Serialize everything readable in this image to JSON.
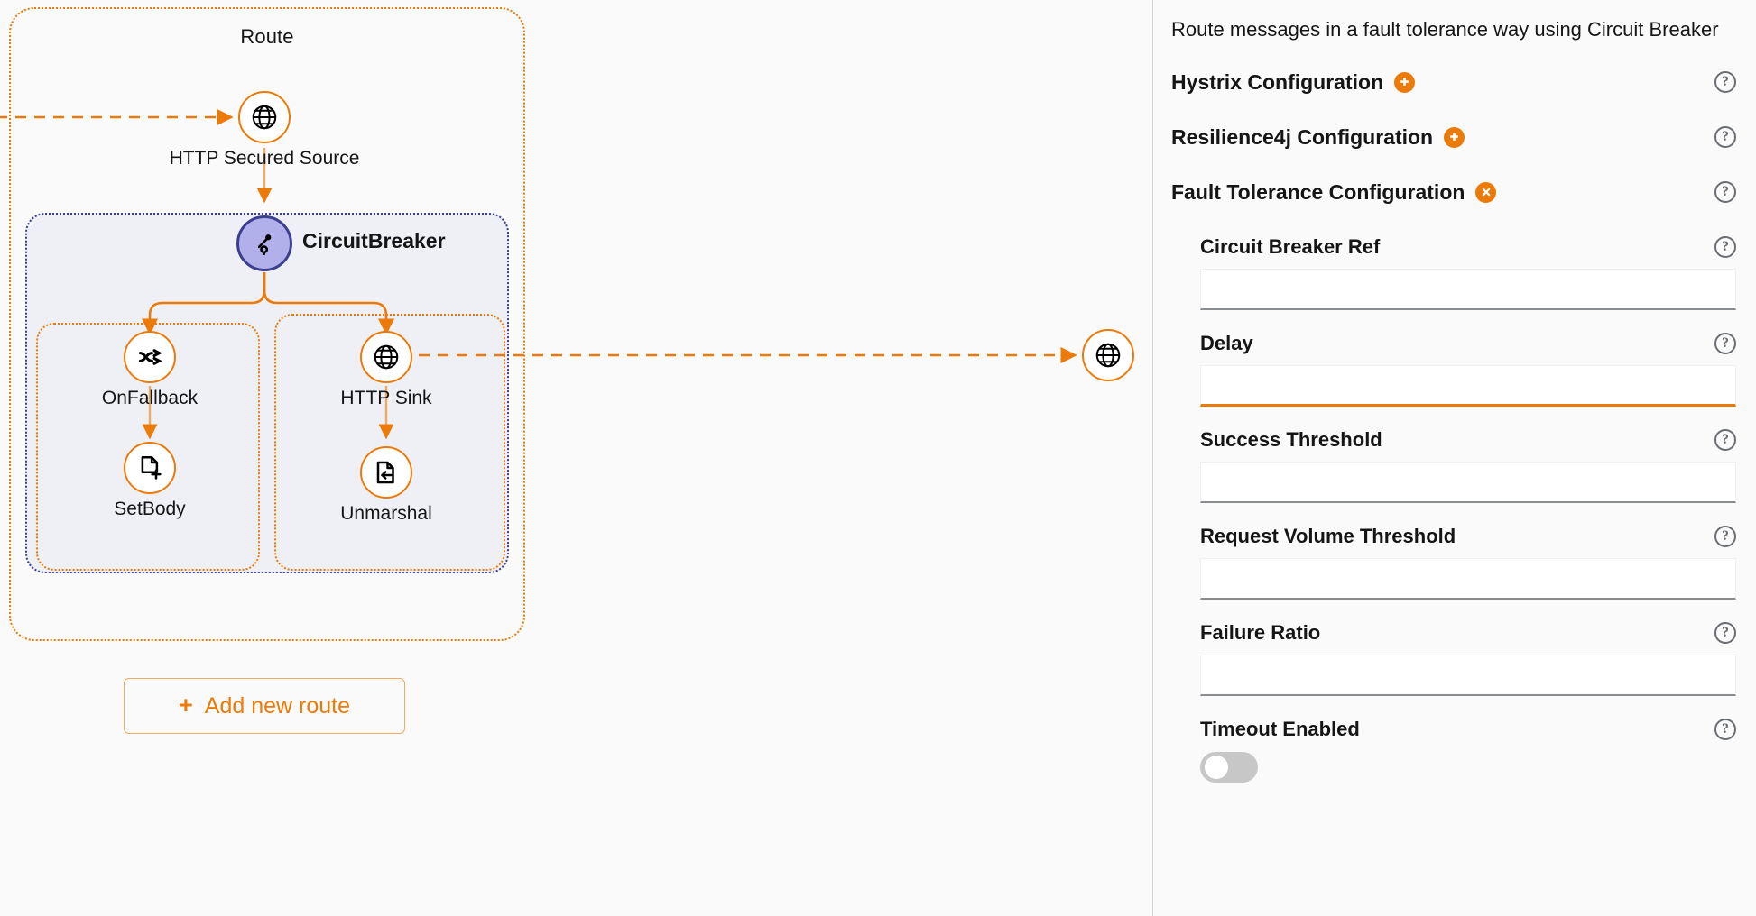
{
  "canvas": {
    "route": {
      "title": "Route",
      "nodes": [
        {
          "id": "http-secured-source",
          "label": "HTTP Secured Source",
          "icon": "globe-icon"
        },
        {
          "id": "circuit-breaker",
          "label": "CircuitBreaker",
          "icon": "key-icon"
        },
        {
          "id": "on-fallback",
          "label": "OnFallback",
          "icon": "shuffle-icon"
        },
        {
          "id": "set-body",
          "label": "SetBody",
          "icon": "document-plus-icon"
        },
        {
          "id": "http-sink",
          "label": "HTTP Sink",
          "icon": "globe-icon"
        },
        {
          "id": "unmarshal",
          "label": "Unmarshal",
          "icon": "document-arrow-left-icon"
        },
        {
          "id": "end-node",
          "label": "",
          "icon": "globe-icon"
        }
      ]
    },
    "add_route_button": {
      "label": "Add new route",
      "plus": "+"
    }
  },
  "panel": {
    "description": "Route messages in a fault tolerance way using Circuit Breaker",
    "sections": [
      {
        "id": "hystrix",
        "title": "Hystrix Configuration",
        "badge": "plus",
        "help": "?"
      },
      {
        "id": "resilience4j",
        "title": "Resilience4j Configuration",
        "badge": "plus",
        "help": "?"
      },
      {
        "id": "fault-tolerance",
        "title": "Fault Tolerance Configuration",
        "badge": "close",
        "help": "?"
      }
    ],
    "fields": [
      {
        "id": "circuit-breaker-ref",
        "label": "Circuit Breaker Ref",
        "value": "",
        "placeholder": "",
        "focused": false,
        "type": "text",
        "help": "?"
      },
      {
        "id": "delay",
        "label": "Delay",
        "value": "",
        "placeholder": "",
        "focused": true,
        "type": "text",
        "help": "?"
      },
      {
        "id": "success-threshold",
        "label": "Success Threshold",
        "value": "",
        "placeholder": "",
        "focused": false,
        "type": "text",
        "help": "?"
      },
      {
        "id": "request-volume-threshold",
        "label": "Request Volume Threshold",
        "value": "",
        "placeholder": "",
        "focused": false,
        "type": "text",
        "help": "?"
      },
      {
        "id": "failure-ratio",
        "label": "Failure Ratio",
        "value": "",
        "placeholder": "",
        "focused": false,
        "type": "text",
        "help": "?"
      },
      {
        "id": "timeout-enabled",
        "label": "Timeout Enabled",
        "value": "off",
        "focused": false,
        "type": "toggle",
        "help": "?"
      }
    ]
  },
  "colors": {
    "accent_orange": "#ec7a08",
    "circuit_breaker_blue": "#3c3f8f",
    "circuit_breaker_fill": "#b2b0ea",
    "group_fill": "#eef0f6",
    "background": "#fafafa"
  }
}
